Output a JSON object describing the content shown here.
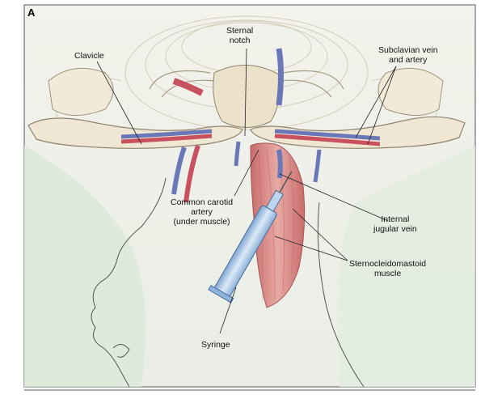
{
  "figure": {
    "panel_letter": "A",
    "labels": {
      "sternal_notch": "Sternal\nnotch",
      "clavicle": "Clavicle",
      "subclavian": "Subclavian vein\nand artery",
      "carotid": "Common carotid\nartery\n(under muscle)",
      "jugular": "Internal\njugular vein",
      "scm": "Sternocleidomastoid\nmuscle",
      "syringe": "Syringe"
    }
  },
  "colors": {
    "background": "#eef0e8",
    "bone": "#efe6d3",
    "artery": "#c8505f",
    "vein": "#6b78b8",
    "muscle": "#d98c8c",
    "skin_shadow": "#d7e6d8",
    "syringe": "#a9c8e8"
  }
}
